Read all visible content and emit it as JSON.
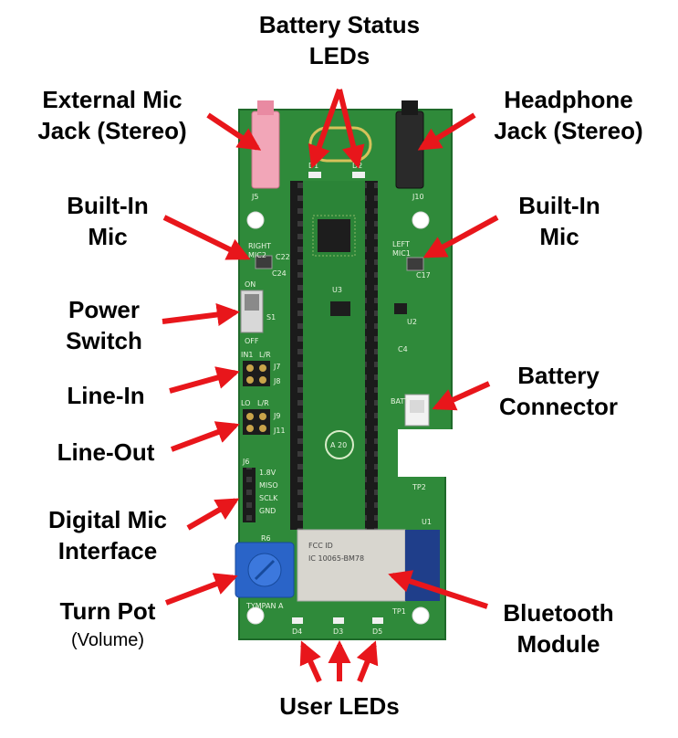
{
  "colors": {
    "pcb": "#2f8a3a",
    "pcb_dark": "#1f6a2a",
    "arrow": "#e8161b",
    "header": "#1b1b1b",
    "pin": "#c9a44a",
    "pot": "#2a64c8",
    "bt_module": "#d8d6cf",
    "pink_jack": "#f2a6b8",
    "black_jack": "#2a2a2a"
  },
  "labels": {
    "battery_status_leds": [
      "Battery Status",
      "LEDs"
    ],
    "external_mic_jack": [
      "External Mic",
      "Jack (Stereo)"
    ],
    "headphone_jack": [
      "Headphone",
      "Jack (Stereo)"
    ],
    "builtin_mic_left": [
      "Built-In",
      "Mic"
    ],
    "builtin_mic_right": [
      "Built-In",
      "Mic"
    ],
    "power_switch": [
      "Power",
      "Switch"
    ],
    "line_in": [
      "Line-In"
    ],
    "line_out": [
      "Line-Out"
    ],
    "battery_connector": [
      "Battery",
      "Connector"
    ],
    "digital_mic_interface": [
      "Digital Mic",
      "Interface"
    ],
    "turn_pot": [
      "Turn Pot"
    ],
    "turn_pot_note": "(Volume)",
    "bluetooth_module": [
      "Bluetooth",
      "Module"
    ],
    "user_leds": [
      "User LEDs"
    ]
  },
  "silkscreen": {
    "j5": "J5",
    "j10": "J10",
    "d1": "D1",
    "d2": "D2",
    "right_mic": "RIGHT",
    "mic2": "MIC2",
    "c22": "C22",
    "c24": "C24",
    "left_mic": "LEFT",
    "mic1": "MIC1",
    "c17": "C17",
    "on": "ON",
    "off": "OFF",
    "sw": "S1",
    "in1": "IN1",
    "lr": "L/R",
    "j7": "J7",
    "j8": "J8",
    "lo": "LO",
    "lr2": "L/R",
    "j9": "J9",
    "j11": "J11",
    "batt": "BATT",
    "j6": "J6",
    "v18": "1.8V",
    "miso": "MISO",
    "sclk": "SCLK",
    "gnd": "GND",
    "r6": "R6",
    "tympan": "TYMPAN A",
    "u1": "U1",
    "tp2": "TP2",
    "tp1": "TP1",
    "u3": "U3",
    "u2": "U2",
    "c4": "C4",
    "bt_line1": "FCC ID",
    "bt_line2": "IC 10065-BM78",
    "d4": "D4",
    "d3": "D3",
    "d5": "D5",
    "logo": "A 20"
  }
}
